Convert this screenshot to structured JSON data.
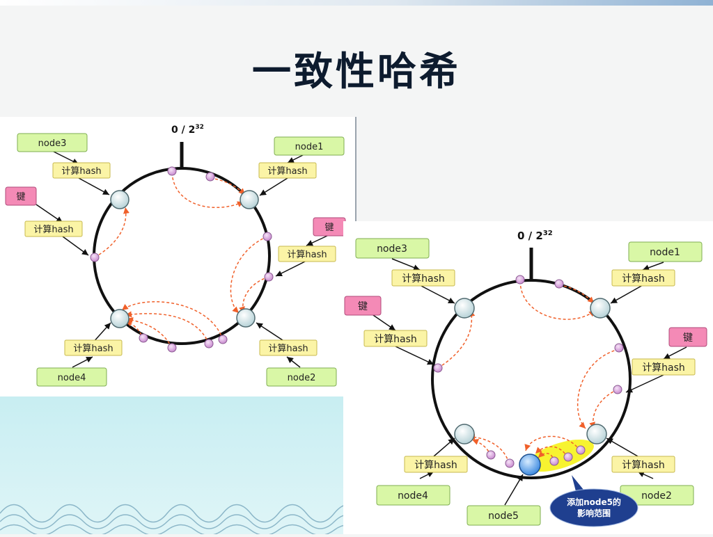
{
  "slide": {
    "title": "一致性哈希"
  },
  "left_diagram": {
    "zero_label": "0 / 2",
    "zero_sup": "32",
    "nodes": [
      "node1",
      "node2",
      "node3",
      "node4"
    ],
    "hash_label": "计算hash",
    "key_label": "键"
  },
  "right_diagram": {
    "zero_label": "0 / 2",
    "zero_sup": "32",
    "nodes": [
      "node1",
      "node2",
      "node3",
      "node4",
      "node5"
    ],
    "hash_label": "计算hash",
    "key_label": "键",
    "callout": [
      "添加node5的",
      "影响范围"
    ]
  },
  "colors": {
    "node_box": "#d9f7a6",
    "hash_box": "#fbf4a6",
    "key_box": "#f48ab6",
    "arrow": "#f0602a",
    "callout": "#1f3f8f",
    "highlight": "#f6f21a"
  }
}
